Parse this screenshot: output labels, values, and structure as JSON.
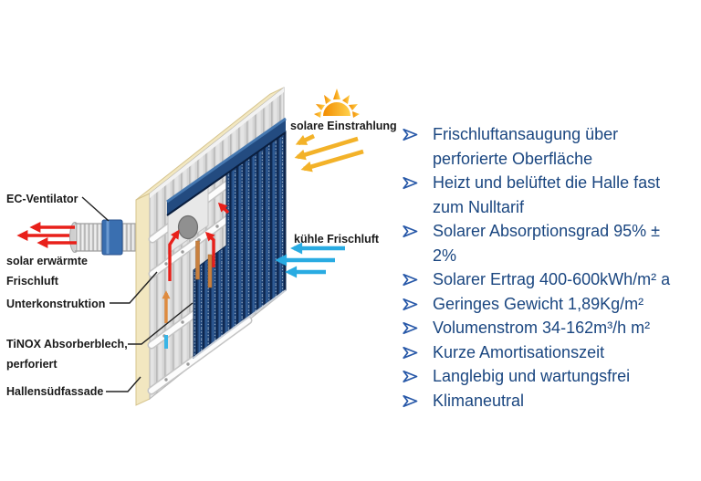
{
  "diagram": {
    "labels": {
      "ec_ventilator": "EC-Ventilator",
      "warm_air_1": "solar erwärmte",
      "warm_air_2": "Frischluft",
      "substructure": "Unterkonstruktion",
      "absorber_1": "TiNOX Absorberblech,",
      "absorber_2": "perforiert",
      "facade": "Hallensüdfassade",
      "solar_radiation": "solare Einstrahlung",
      "cool_air": "kühle Frischluft"
    },
    "icons": {
      "sun": "sun-icon",
      "warm_air_arrows": "red-left-arrows",
      "cool_air_arrows": "cyan-left-arrows",
      "radiation_arrows": "yellow-diagonal-arrows"
    },
    "colors": {
      "absorber_blue": "#1E4478",
      "facade_cream": "#F2E7C0",
      "wall_gray": "#D5D5D5",
      "warm_red": "#E8201A",
      "cool_cyan": "#29ABE2",
      "sun_yellow": "#F9B233",
      "ventilator_blue": "#3A6FB0"
    }
  },
  "features": {
    "bullet": "➢",
    "bullet_color": "#2758A8",
    "text_color": "#1A4680",
    "items": [
      "Frischluftansaugung über perforierte Oberfläche",
      "Heizt und belüftet die Halle fast zum Nulltarif",
      "Solarer Absorptionsgrad 95% ± 2%",
      "Solarer Ertrag 400-600kWh/m² a",
      "Geringes Gewicht 1,89Kg/m²",
      "Volumenstrom 34-162m³/h m²",
      "Kurze Amortisationszeit",
      "Langlebig und wartungsfrei",
      "Klimaneutral"
    ]
  }
}
